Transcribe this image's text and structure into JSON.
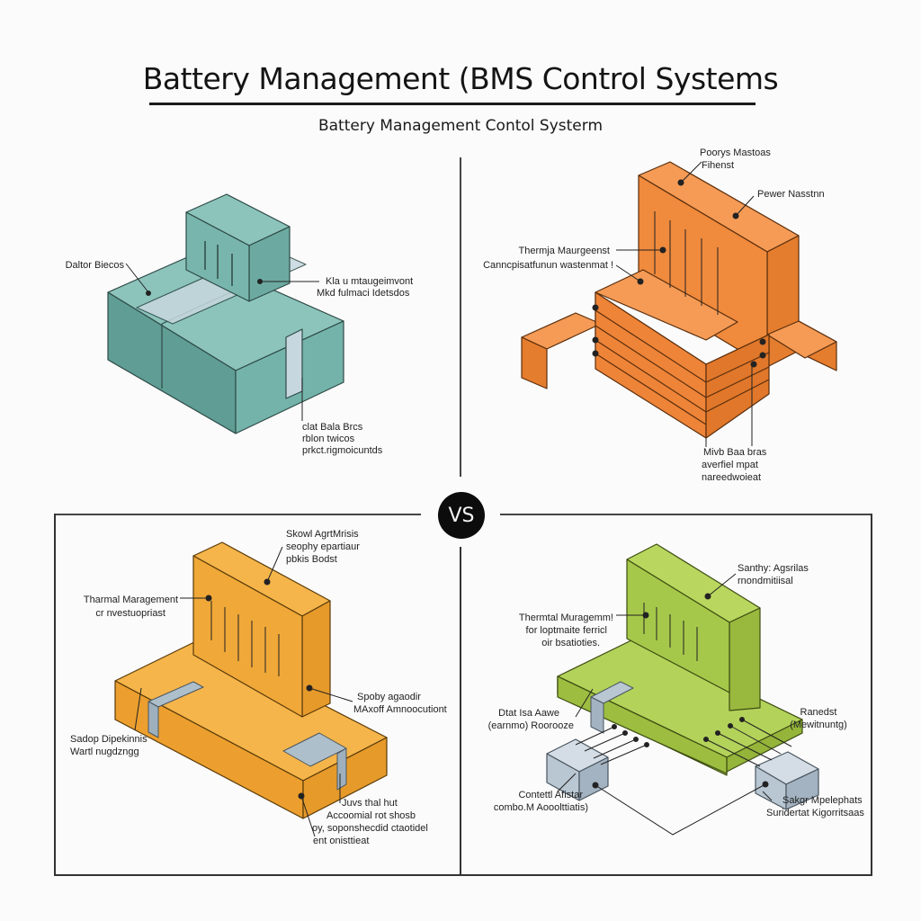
{
  "header": {
    "title": "Battery Management (BMS Control Systems",
    "subtitle": "Battery Management Contol Systerm"
  },
  "vs_badge": "VS",
  "colors": {
    "teal": "#78b6ad",
    "orange": "#f08a3c",
    "amber": "#f0a838",
    "lime": "#a6c84a",
    "steel": "#b9c7d3"
  },
  "panels": {
    "top_left": {
      "theme": "teal",
      "labels": {
        "left": "Daltor Biecos",
        "right_1": "Kla u mtaugeimvont",
        "right_2": "Mkd fulmaci Idetsdos",
        "bottom_1": "clat Bala Brcs",
        "bottom_2": "rblon twicos",
        "bottom_3": "prkct.rigmoicuntds"
      }
    },
    "top_right": {
      "theme": "orange",
      "labels": {
        "top_1": "Poorys Mastoas",
        "top_2": "Fihenst",
        "right": "Pewer Nasstnn",
        "left_1": "Thermja Maurgeenst",
        "left_2": "Canncpisatfunun wastenmat !",
        "bottom_1": "Mivb Baa bras",
        "bottom_2": "averfiel mpat",
        "bottom_3": "nareedwoieat"
      }
    },
    "bottom_left": {
      "theme": "amber",
      "labels": {
        "top_1": "Skowl AgrtMrisis",
        "top_2": "seophy epartiaur",
        "top_3": "pbkis Bodst",
        "left_1": "Tharmal Maragement",
        "left_2": "cr nvestuopriast",
        "right_1": "Spoby agaodir",
        "right_2": "MAxoff Amnoocutiont",
        "left_low_1": "Sadop Dipekinnis",
        "left_low_2": "Wartl nugdzngg",
        "bottom_1": "Juvs thal hut",
        "bottom_2": "Accoomial rot shosb",
        "bottom_3": "oy, soponshecdid ctaotidel",
        "bottom_4": "ent onisttieat"
      }
    },
    "bottom_right": {
      "theme": "lime",
      "labels": {
        "top_1": "Santhy: Agsrilas",
        "top_2": "rnondmitiisal",
        "left_1": "Thermtal Muragemm!",
        "left_2": "for loptmaite ferricl",
        "left_3": "oir bsatioties.",
        "left_low_1": "Dtat Isa Aawe",
        "left_low_2": "(earnmo) Roorooze",
        "right_1": "Ranedst",
        "right_2": "(Mewitnuntg)",
        "bottom_left_1": "Contettl Afistar",
        "bottom_left_2": "combo.M Aooolttiatis)",
        "bottom_right_1": "Sakgr Mpelephats",
        "bottom_right_2": "Suridertat Kigorritsaas"
      }
    }
  }
}
